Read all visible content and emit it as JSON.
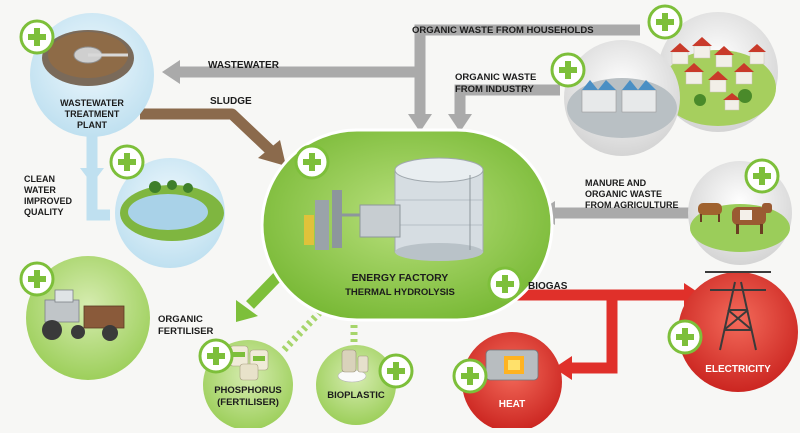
{
  "labels": {
    "wastewater": "WASTEWATER",
    "sludge": "SLUDGE",
    "wwtp": [
      "WASTEWATER",
      "TREATMENT",
      "PLANT"
    ],
    "clean_water": [
      "CLEAN",
      "WATER",
      "IMPROVED",
      "QUALITY"
    ],
    "organic_households": "ORGANIC WASTE FROM HOUSEHOLDS",
    "organic_industry": [
      "ORGANIC WASTE",
      "FROM INDUSTRY"
    ],
    "manure": [
      "MANURE AND",
      "ORGANIC WASTE",
      "FROM AGRICULTURE"
    ],
    "energy_factory": [
      "ENERGY FACTORY",
      "THERMAL HYDROLYSIS"
    ],
    "biogas": "BIOGAS",
    "organic_fertiliser": [
      "ORGANIC",
      "FERTILISER"
    ],
    "phosphorus": [
      "PHOSPHORUS",
      "(FERTILISER)"
    ],
    "bioplastic": "BIOPLASTIC",
    "heat": "HEAT",
    "electricity": "ELECTRICITY"
  },
  "icons": {
    "plus": "plus-icon"
  },
  "colors": {
    "green": "#7dbf3a",
    "green_dark": "#5a9a24",
    "grey_arrow": "#a9a9a9",
    "brown_arrow": "#8a6a4c",
    "red_arrow": "#e0302a",
    "light_blue": "#bfe0f0"
  }
}
